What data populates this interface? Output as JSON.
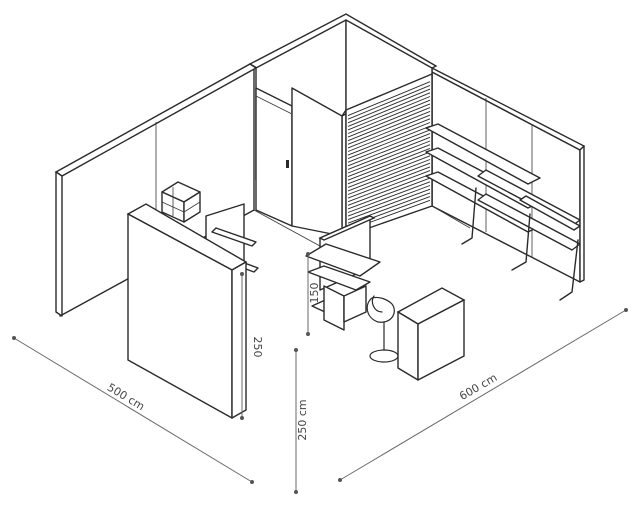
{
  "dimensions": {
    "left_width": "500 cm",
    "right_width": "600 cm",
    "wall_height": "250 cm",
    "partition_height": "250",
    "counter_height": "150"
  },
  "colors": {
    "ink": "#2a2a2a",
    "dimension": "#6a6a6a",
    "background": "#ffffff"
  }
}
